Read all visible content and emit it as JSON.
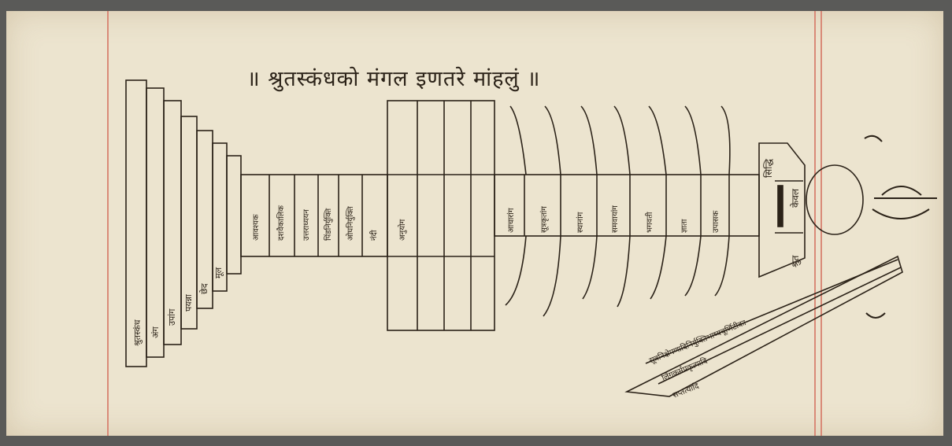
{
  "manuscript": {
    "title_line": "॥ श्रुतस्कंधको मंगल इणतरे मांहलुं ॥"
  },
  "diagram": {
    "left_steps": [
      "श्रुतस्कंध",
      "अंग",
      "उपांग",
      "पयन्ना",
      "छेद",
      "मूल"
    ],
    "shaft_cells": [
      "आवश्यक",
      "दशवैकालिक",
      "उत्तराध्ययन",
      "पिंडनिर्युक्ति",
      "ओघनिर्युक्ति",
      "नंदी",
      "अनुयोग"
    ],
    "ribs": [
      "आचारांग",
      "सूत्रकृतांग",
      "स्थानांग",
      "समवायांग",
      "भगवती",
      "ज्ञाता",
      "उपासक"
    ],
    "head_labels": [
      "सिद्धि",
      "केवल",
      "श्रुत"
    ],
    "bottom_band_lines": [
      "सूत्रनिक्षेपणादिनिर्युक्तिभाष्यचूर्णिटीका",
      "लिंगकर्मप्रकृत्यादि",
      "सप्तत्यादि"
    ]
  }
}
